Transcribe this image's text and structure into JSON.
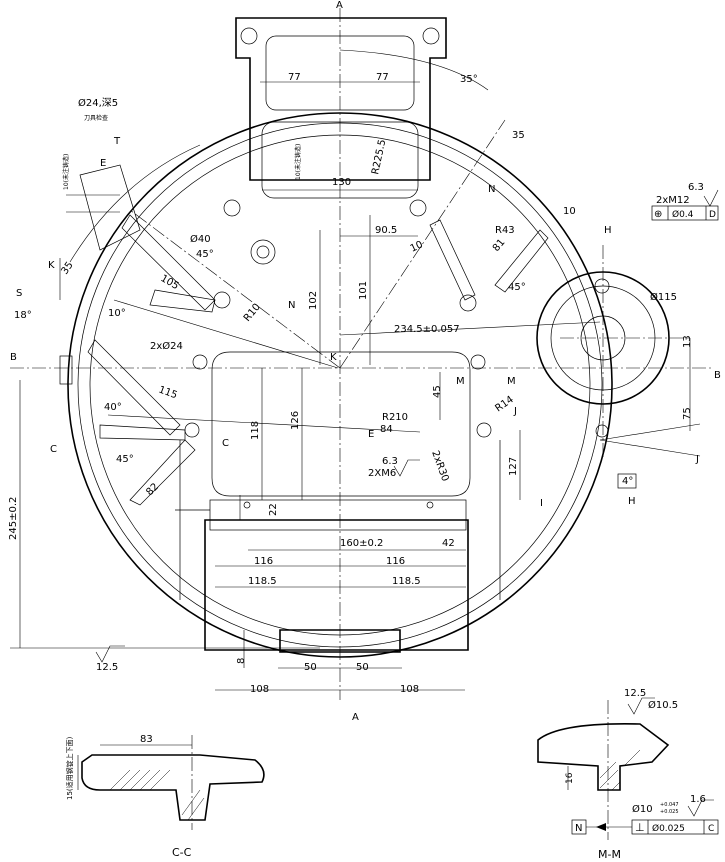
{
  "section_markers": {
    "a": "A",
    "b": "B",
    "c": "C",
    "s": "S",
    "k": "K",
    "e": "E",
    "t": "T",
    "n": "N",
    "m": "M",
    "j": "J",
    "h": "H",
    "i": "I"
  },
  "dims": {
    "top_half_left": "77",
    "top_half_right": "77",
    "angle_35": "35°",
    "dia_24_note": "Ø24,深5",
    "cutter_check": "刀具检查",
    "dim_10_machined": "10(未注铸造)",
    "dim_130": "130",
    "r225": "R225.5",
    "dim_35": "35",
    "dim_10_top": "10",
    "dim_10_left": "10(未注铸造)",
    "dia_40": "Ø40",
    "angle_45a": "45°",
    "dim_90_5": "90.5",
    "r43": "R43",
    "dim_81": "81",
    "dim_10_mid": "10",
    "dim_105": "105",
    "dim_102": "102",
    "dim_101": "101",
    "r10": "R10",
    "angle_10": "10°",
    "angle_18": "18°",
    "dim_35_left": "35",
    "dia_2x24": "2xØ24",
    "dim_234_5": "234.5±0.057",
    "dim_115": "115",
    "angle_40": "40°",
    "dim_45": "45",
    "r14": "R14",
    "dim_126": "126",
    "dim_118": "118",
    "r210": "R210",
    "dim_84": "84",
    "dim_127": "127",
    "angle_45b": "45°",
    "angle_45c": "45°",
    "dim_82": "82",
    "rough_6_3a": "6.3",
    "two_xm6": "2XM6",
    "r30": "2xR30",
    "dim_22": "22",
    "dim_160": "160±0.2",
    "dim_42": "42",
    "dim_116_l": "116",
    "dim_116_r": "116",
    "dim_118_5_l": "118.5",
    "dim_118_5_r": "118.5",
    "dim_245": "245±0.2",
    "rough_12_5": "12.5",
    "dim_8": "8",
    "dim_50_l": "50",
    "dim_50_r": "50",
    "dim_108_l": "108",
    "dim_108_r": "108",
    "dia_115": "Ø115",
    "dim_13": "13",
    "dim_75": "75",
    "angle_4": "4°",
    "two_xm12": "2xM12",
    "rough_6_3b": "6.3",
    "tol_pos_sym": "⊕",
    "tol_pos_val": "Ø0.4",
    "tol_pos_datum": "D"
  },
  "section_cc": {
    "title": "C-C",
    "dim_83": "83",
    "dim_15": "15(适用钢锭上下面)"
  },
  "section_mm": {
    "title": "M-M",
    "rough_12_5": "12.5",
    "dia_10_5": "Ø10.5",
    "dim_16": "16",
    "dia_10": "Ø10",
    "tol_upper": "+0.047",
    "tol_lower": "+0.025",
    "rough_1_6": "1.6",
    "datum_n": "N",
    "perp_sym": "⊥",
    "perp_val": "Ø0.025",
    "perp_datum": "C"
  }
}
